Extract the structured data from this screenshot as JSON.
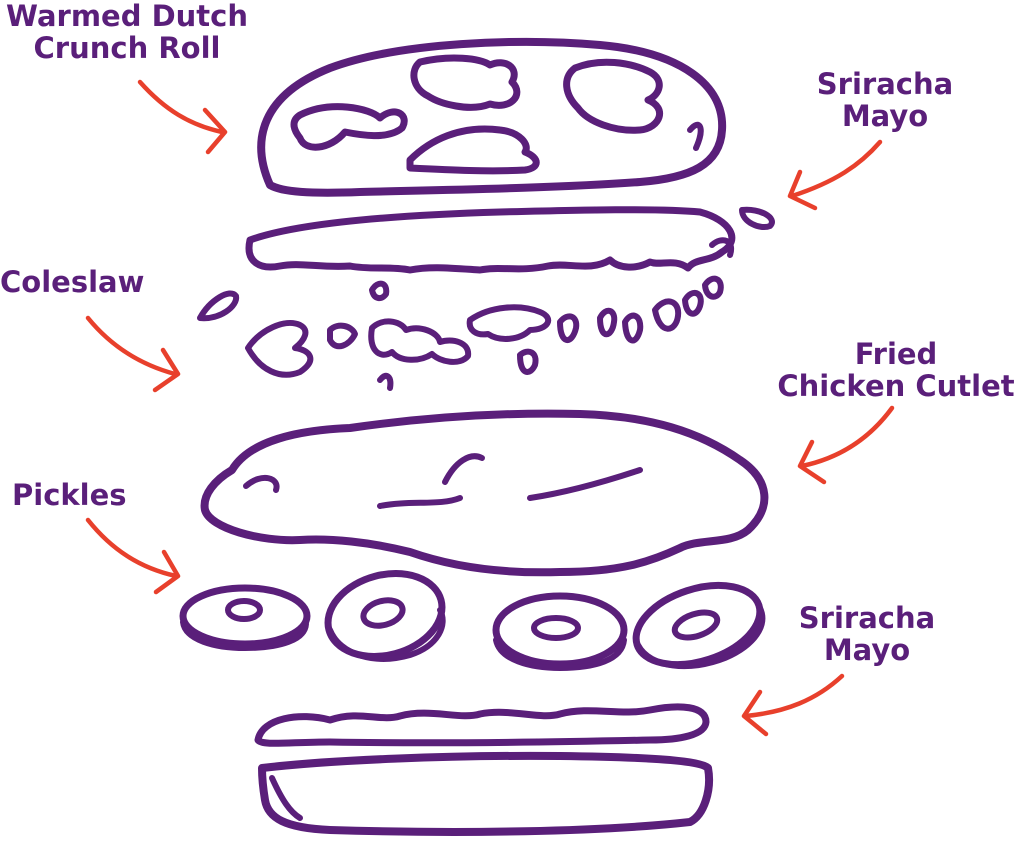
{
  "colors": {
    "ink": "#5a1f7a",
    "arrow": "#e8402c",
    "background": "#ffffff"
  },
  "labels": {
    "roll": "Warmed Dutch\nCrunch Roll",
    "sriracha_mayo_top": "Sriracha\nMayo",
    "coleslaw": "Coleslaw",
    "chicken": "Fried\nChicken Cutlet",
    "pickles": "Pickles",
    "sriracha_mayo_bottom": "Sriracha\nMayo"
  },
  "icons": {
    "arrows": "curved-arrow-icon",
    "layers": [
      "top-bun",
      "sauce",
      "coleslaw",
      "chicken-cutlet",
      "pickle-slice",
      "sauce",
      "bottom-bun"
    ]
  }
}
